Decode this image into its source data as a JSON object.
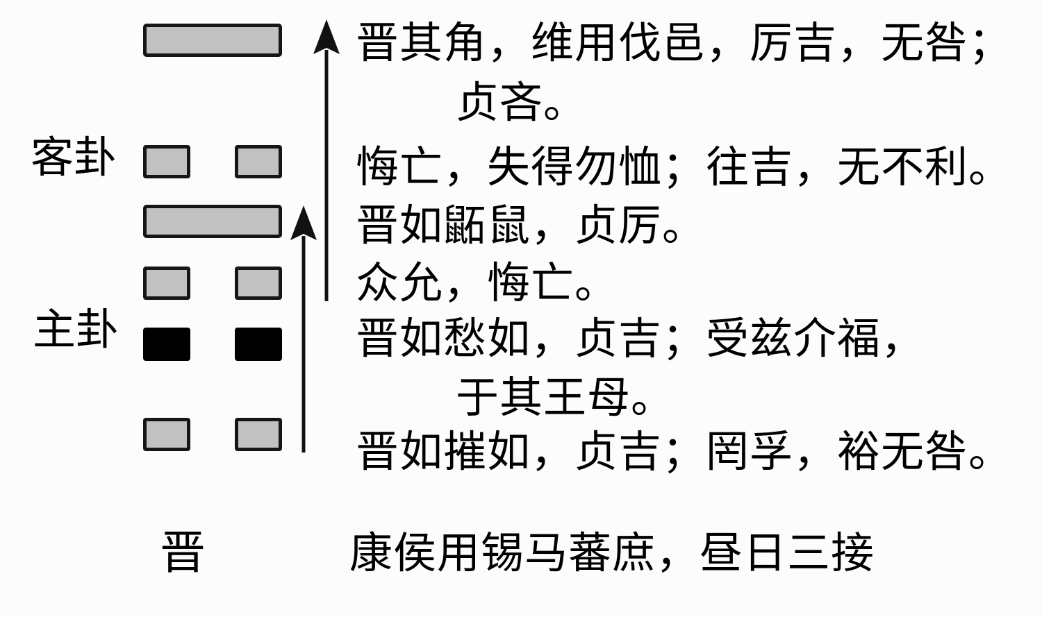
{
  "colors": {
    "background": "#fcfcfc",
    "line_fill": "#c1c1c1",
    "line_border": "#161616",
    "moving_line_fill": "#000000",
    "arrow": "#111111",
    "text": "#000000"
  },
  "labels": {
    "guest_trigram": "客卦",
    "host_trigram": "主卦"
  },
  "hexagram": {
    "name": "晋",
    "lines_top_to_bottom": [
      {
        "position": 6,
        "type": "yang",
        "fill": "gray"
      },
      {
        "position": 5,
        "type": "yin",
        "fill": "gray"
      },
      {
        "position": 4,
        "type": "yang",
        "fill": "gray"
      },
      {
        "position": 3,
        "type": "yin",
        "fill": "gray"
      },
      {
        "position": 2,
        "type": "yin",
        "fill": "black"
      },
      {
        "position": 1,
        "type": "yin",
        "fill": "gray"
      }
    ]
  },
  "icons": {
    "long_arrow": "up-arrow-icon",
    "short_arrow": "up-arrow-icon"
  },
  "line_statements": [
    {
      "line": 6,
      "text": "晋其角，维用伐邑，厉吉，无咎；",
      "wrap": "贞吝。"
    },
    {
      "line": 5,
      "text": "悔亡，失得勿恤；往吉，无不利。"
    },
    {
      "line": 4,
      "text": "晋如鼫鼠，贞厉。"
    },
    {
      "line": 3,
      "text": "众允，悔亡。"
    },
    {
      "line": 2,
      "text": "晋如愁如，贞吉；受兹介福，",
      "wrap": "于其王母。"
    },
    {
      "line": 1,
      "text": "晋如摧如，贞吉；罔孚，裕无咎。"
    }
  ],
  "footer": {
    "hexagram_name": "晋",
    "judgment": "康侯用锡马蕃庶，昼日三接"
  }
}
